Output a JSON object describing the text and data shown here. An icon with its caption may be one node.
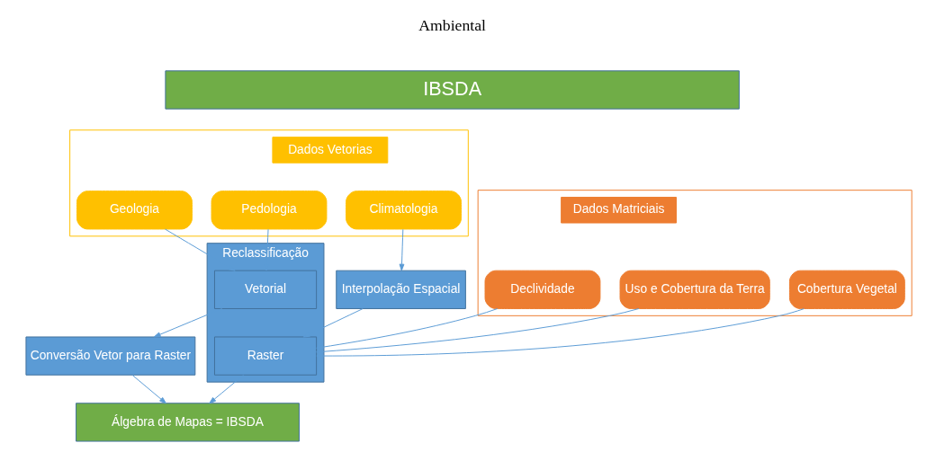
{
  "diagram": {
    "nodes": [
      {
        "text": [
          "IBSDA"
        ]
      },
      {
        "text": [
          "Dados Vetorias"
        ]
      },
      {
        "text": [
          "Geologia"
        ],
        "in": 1
      },
      {
        "text": [
          "Pedologia"
        ],
        "in": 1
      },
      {
        "text": [
          "Climatologia"
        ],
        "in": 1
      },
      {
        "text": [
          "Dados Matriciais"
        ]
      },
      {
        "text": [
          "Declividade"
        ],
        "in": 5
      },
      {
        "text": [
          "Uso e Cobertura da Terra"
        ],
        "in": 5
      },
      {
        "text": [
          "Cobertura Vegetal"
        ],
        "in": 5
      },
      {
        "text": [
          "Interpolação Espacial"
        ]
      },
      {
        "text": [
          "Reclassificação"
        ]
      },
      {
        "text": [
          "Vetorial"
        ],
        "in": 10
      },
      {
        "text": [
          "Raster"
        ],
        "in": 10
      },
      {
        "text": [
          "Conversão Vetor para Raster"
        ]
      },
      {
        "text": [
          "Álgebra de Mapas = IBSDA"
        ]
      }
    ],
    "edges": [
      {
        "from": 2,
        "to": 11,
        "arrow": "to"
      },
      {
        "from": 3,
        "to": 11,
        "arrow": "to"
      },
      {
        "from": 4,
        "to": 9,
        "arrow": "to"
      },
      {
        "from": 9,
        "to": 12,
        "arrow": "to"
      },
      {
        "from": 6,
        "to": 12,
        "arrow": "to"
      },
      {
        "from": 7,
        "to": 12,
        "arrow": "to"
      },
      {
        "from": 8,
        "to": 12,
        "arrow": "to"
      },
      {
        "from": 11,
        "to": 13,
        "arrow": "to"
      },
      {
        "from": 13,
        "to": 14,
        "arrow": "to"
      },
      {
        "from": 12,
        "to": 14,
        "arrow": "to"
      }
    ],
    "labels": [
      "Ambiental"
    ]
  }
}
